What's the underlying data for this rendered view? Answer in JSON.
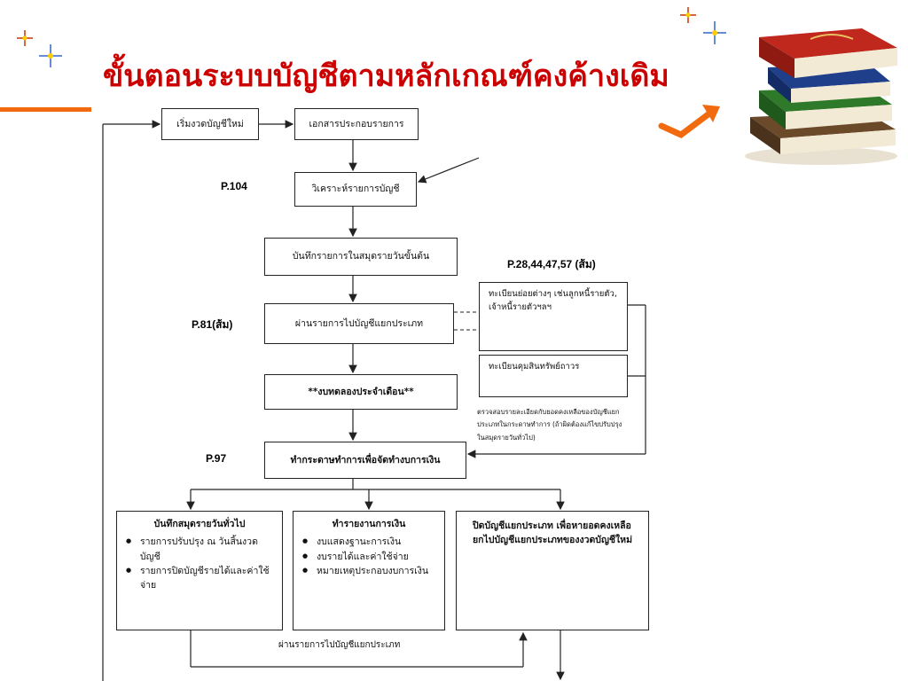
{
  "title": "ขั้นตอนระบบบัญชีตามหลักเกณฑ์คงค้างเดิม",
  "notes": {
    "p104": "P.104",
    "p28": "P.28,44,47,57 (ส้ม)",
    "p81": "P.81(ส้ม)",
    "p97": "P.97"
  },
  "boxes": {
    "start": "เริ่มงวดบัญชีใหม่",
    "source_docs": "เอกสารประกอบรายการ",
    "analyze": "วิเคราะห์รายการบัญชี",
    "journal": "บันทึกรายการในสมุดรายวันขั้นต้น",
    "post": "ผ่านรายการไปบัญชีแยกประเภท",
    "subsidiary": "ทะเบียนย่อยต่างๆ เช่นลูกหนี้รายตัว, เจ้าหนี้รายตัวฯลฯ",
    "asset_register": "ทะเบียนคุมสินทรัพย์ถาวร",
    "trial_balance": "**งบทดลองประจำเดือน**",
    "worksheet": "ทำกระดาษทำการเพื่อจัดทำงบการเงิน",
    "reconcile_note": "ตรวจสอบรายละเอียดกับยอดคงเหลือของบัญชีแยกประเภทในกระดาษทำการ (ถ้าผิดต้องแก้ไขปรับปรุงในสมุดรายวันทั่วไป)"
  },
  "general_journal": {
    "heading": "บันทึกสมุดรายวันทั่วไป",
    "items": [
      "รายการปรับปรุง ณ วันสิ้นงวดบัญชี",
      "รายการปิดบัญชีรายได้และค่าใช้จ่าย"
    ]
  },
  "financial_report": {
    "heading": "ทำรายงานการเงิน",
    "items": [
      "งบแสดงฐานะการเงิน",
      "งบรายได้และค่าใช้จ่าย",
      "หมายเหตุประกอบงบการเงิน"
    ]
  },
  "close_ledger": {
    "text": "ปิดบัญชีแยกประเภท เพื่อหายอดคงเหลือ ยกไปบัญชีแยกประเภทของงวดบัญชีใหม่"
  },
  "bottom_label": "ผ่านรายการไปบัญชีแยกประเภท",
  "colors": {
    "title": "#cc0000",
    "accent": "#f26a10"
  },
  "icons": [
    "sparkle-icon",
    "books-icon",
    "arrow-icon"
  ]
}
